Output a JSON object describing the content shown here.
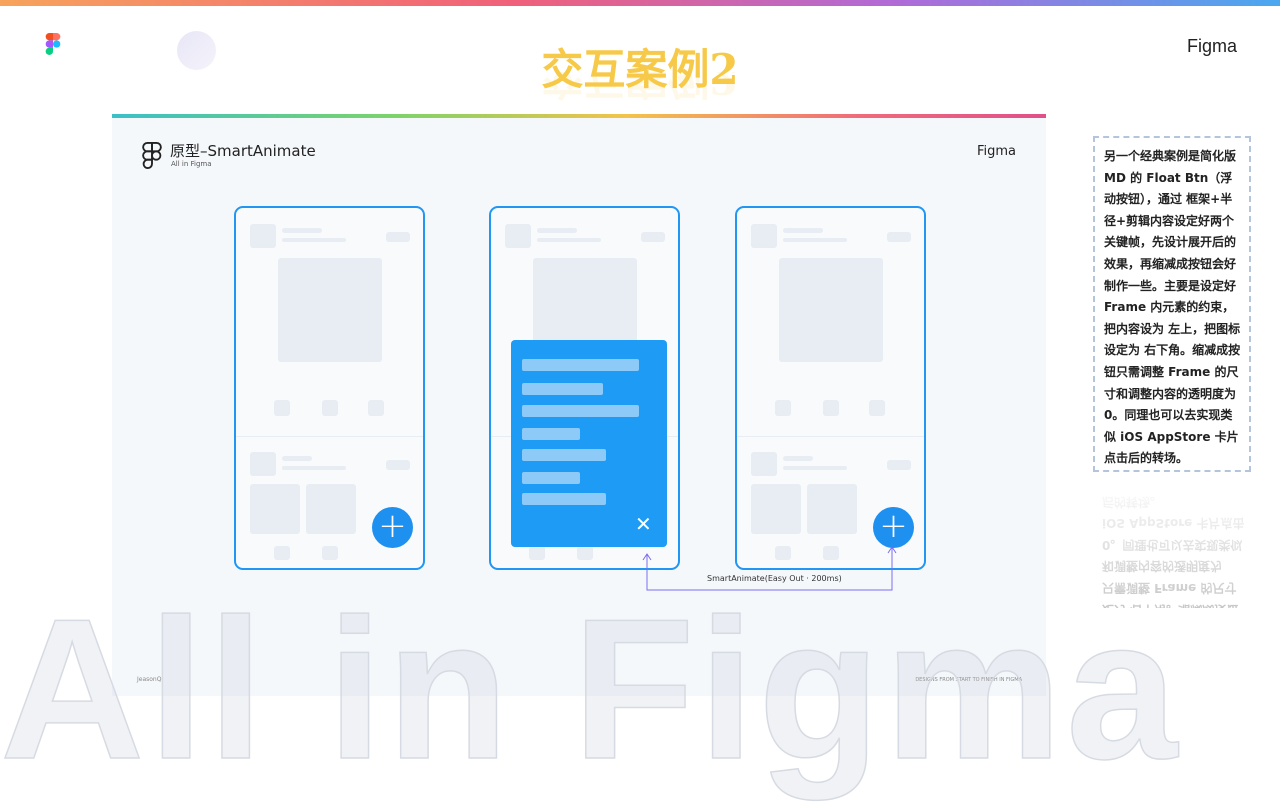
{
  "header": {
    "title": "交互案例2",
    "brand": "Figma"
  },
  "slide": {
    "title": "原型–SmartAnimate",
    "subtitle": "All in Figma",
    "brand": "Figma",
    "transition_label": "SmartAnimate(Easy Out · 200ms)",
    "author": "JeasonQ",
    "footer": "DESIGNS FROM START TO FINISH IN FIGMA",
    "fab_icon": "+",
    "close_icon": "✕"
  },
  "background_text": "All in Figma",
  "note": {
    "text": "另一个经典案例是简化版 MD 的 Float Btn（浮动按钮），通过 框架+半径+剪辑内容设定好两个关键帧，先设计展开后的效果，再缩减成按钮会好制作一些。主要是设定好 Frame 内元素的约束，把内容设为 左上，把图标设定为 右下角。缩减成按钮只需调整 Frame 的尺寸和调整内容的透明度为 0。同理也可以去实现类似 iOS AppStore 卡片点击后的转场。"
  },
  "colors": {
    "accent": "#2196f3",
    "title": "#f7c948"
  }
}
